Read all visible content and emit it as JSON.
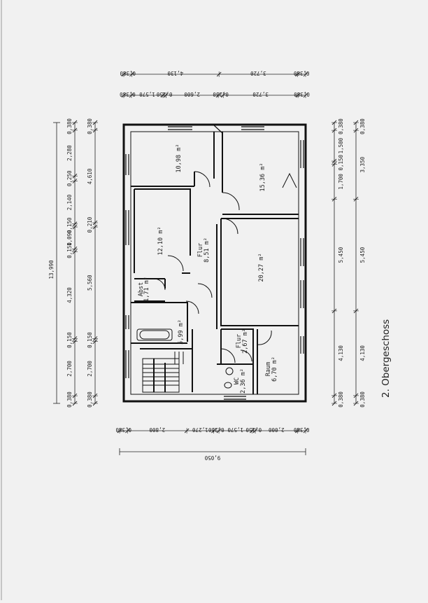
{
  "sheet": {
    "title": "2. Obergeschoss",
    "total_width": "9,050",
    "total_depth": "13,990"
  },
  "rooms": [
    {
      "id": "r1",
      "lines": [
        "10,98 m²"
      ]
    },
    {
      "id": "r2",
      "lines": [
        "15,36 m²"
      ]
    },
    {
      "id": "r3",
      "lines": [
        "12,10 m²"
      ]
    },
    {
      "id": "r4",
      "lines": [
        "Flur",
        "8,51 m²"
      ]
    },
    {
      "id": "r5",
      "lines": [
        "20,27 m²"
      ]
    },
    {
      "id": "r6",
      "lines": [
        "Abst",
        "1,71 m²"
      ]
    },
    {
      "id": "r7",
      "lines": [
        "5,99 m²"
      ]
    },
    {
      "id": "r8",
      "lines": [
        "Flur",
        "2,67 m²"
      ]
    },
    {
      "id": "r9",
      "lines": [
        "WC",
        "2,36 m²"
      ]
    },
    {
      "id": "r10",
      "lines": [
        "Raum",
        "6,70 m²"
      ]
    }
  ],
  "dimensions": {
    "top_outer": [
      "0,380",
      "4,130",
      "3,720",
      "0,380"
    ],
    "top_inner": [
      "0,380",
      "1,570",
      "0,150",
      "2,600",
      "0,250",
      "3,720",
      "0,380"
    ],
    "bottom_inner": [
      "0,380",
      "2,800",
      "1,270",
      "0,250",
      "1,570",
      "0,150",
      "2,000",
      "0,380"
    ],
    "left_inner": [
      "0,380",
      "2,700",
      "0,150",
      "4,320",
      "0,150",
      "1,090",
      "0,150",
      "2,140",
      "0,250",
      "2,280",
      "0,380"
    ],
    "left_outer": [
      "0,380",
      "2,700",
      "0,150",
      "5,560",
      "0,210",
      "4,610",
      "0,380"
    ],
    "right_inner": [
      "0,380",
      "4,130",
      "5,450",
      "1,700",
      "0,150",
      "1,500",
      "0,380"
    ],
    "right_outer": [
      "0,380",
      "4,130",
      "5,450",
      "3,350",
      "0,380"
    ]
  }
}
